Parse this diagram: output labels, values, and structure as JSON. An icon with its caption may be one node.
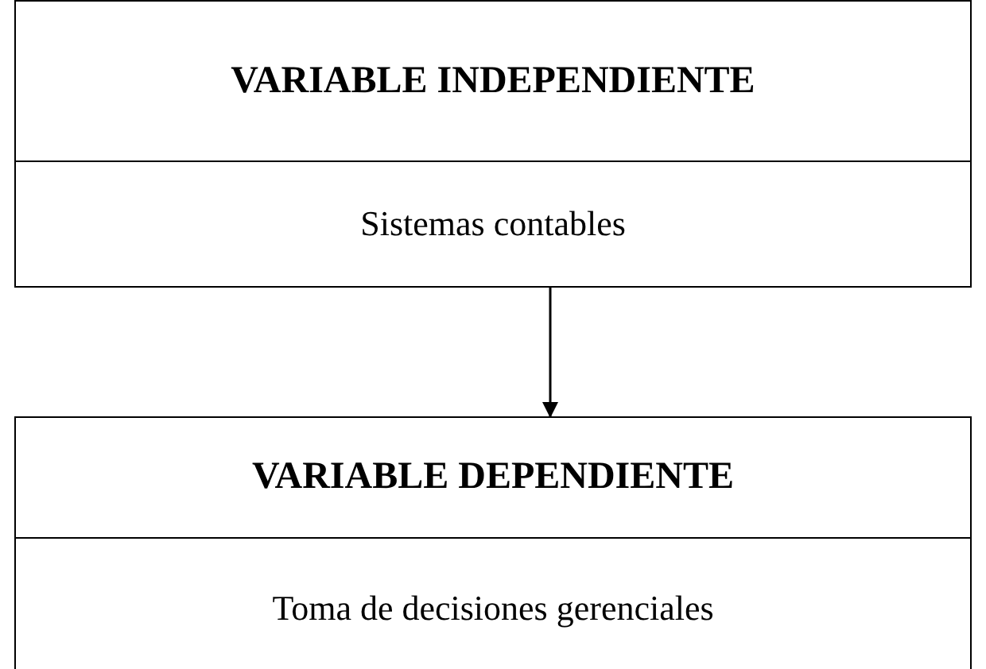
{
  "diagram": {
    "nodes": [
      {
        "text": [
          "VARIABLE INDEPENDIENTE",
          "Sistemas contables"
        ]
      },
      {
        "text": [
          "VARIABLE DEPENDIENTE",
          "Toma de decisiones gerenciales"
        ]
      }
    ],
    "edges": [
      {
        "from": 0,
        "to": 1,
        "arrow": "to"
      }
    ]
  }
}
